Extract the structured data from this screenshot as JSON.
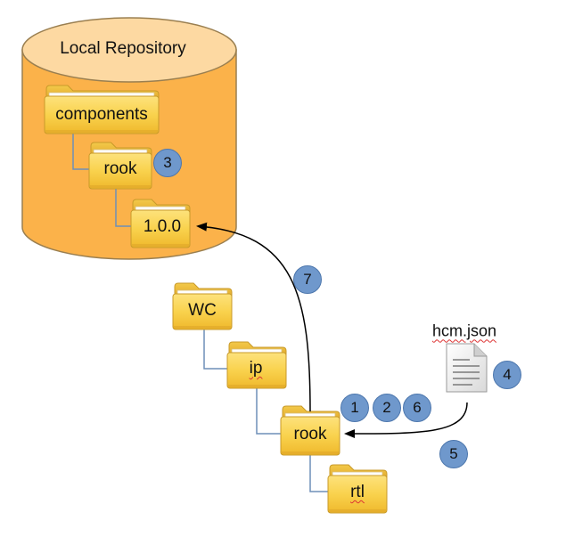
{
  "repository": {
    "title": "Local Repository"
  },
  "folders": {
    "components": "components",
    "rook_repo": "rook",
    "version": "1.0.0",
    "wc": "WC",
    "ip": "ip",
    "rook_wc": "rook",
    "rtl": "rtl"
  },
  "file": {
    "name": "hcm.json"
  },
  "badges": {
    "b1": "1",
    "b2": "2",
    "b3": "3",
    "b4": "4",
    "b5": "5",
    "b6": "6",
    "b7": "7"
  },
  "colors": {
    "cylinder_body": "#fbb24a",
    "cylinder_top": "#fdd9a2",
    "cylinder_stroke": "#9a7f50",
    "folder_fill": "#f7d04a",
    "folder_stroke": "#c89a2a",
    "connector": "#6e8fb8",
    "badge": "#6f98cc"
  }
}
